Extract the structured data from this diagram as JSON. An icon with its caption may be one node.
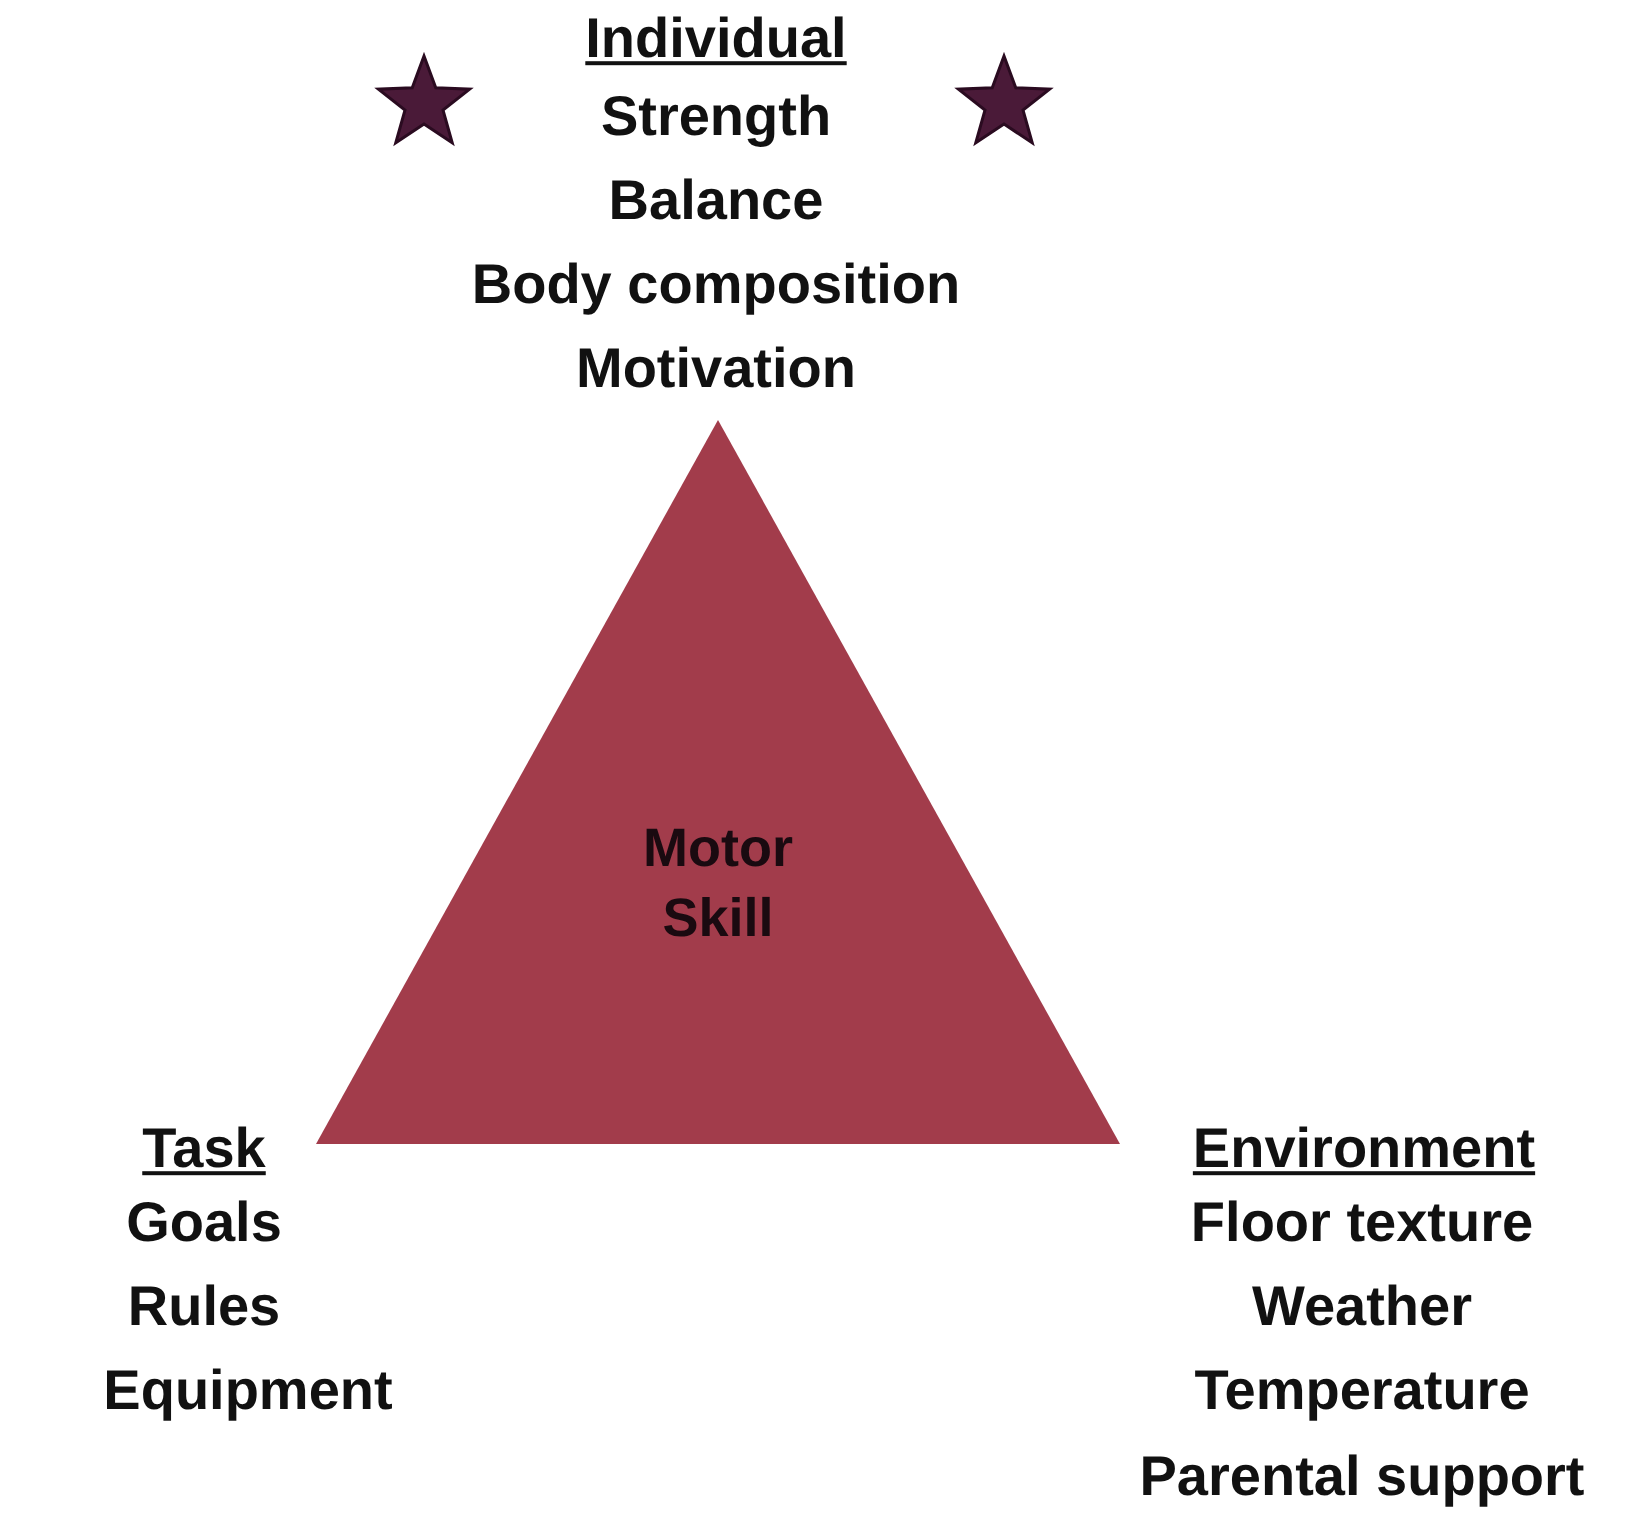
{
  "diagram": {
    "nodes": [
      {
        "text": [
          "Motor Skill"
        ]
      }
    ],
    "labels": [
      "Individual",
      "Strength",
      "Balance",
      "Body composition",
      "Motivation",
      "Task",
      "Goals",
      "Rules",
      "Equipment",
      "Environment",
      "Floor texture",
      "Weather",
      "Temperature",
      "Parental support"
    ]
  }
}
